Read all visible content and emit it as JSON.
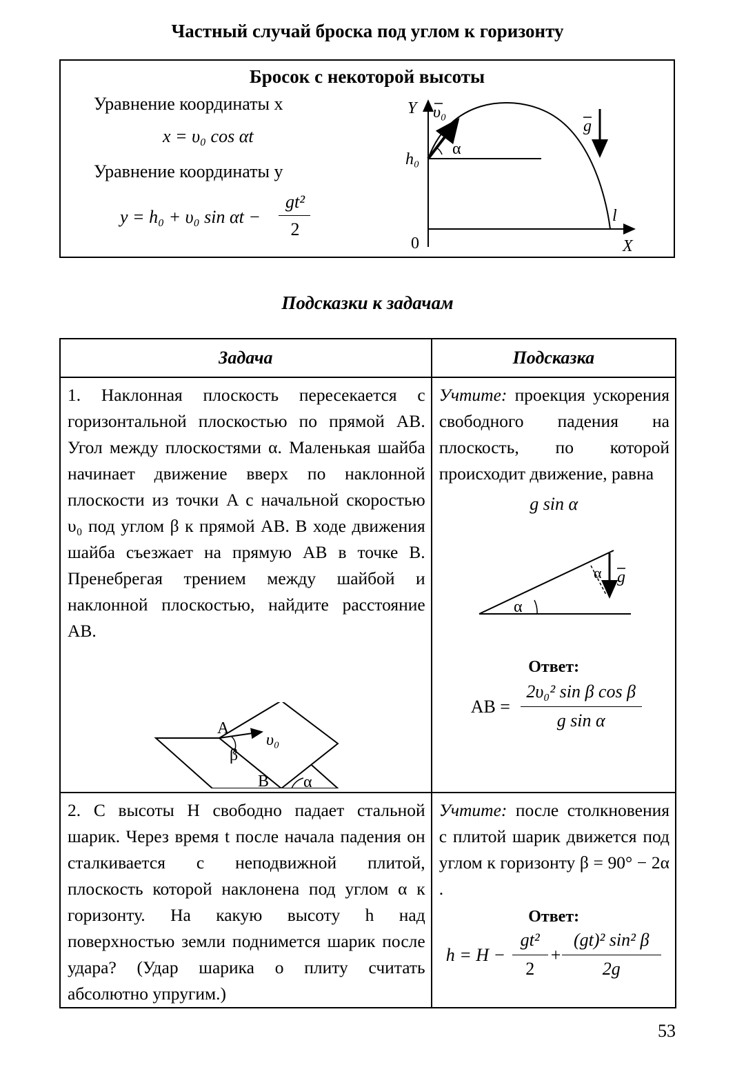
{
  "header": {
    "title": "Частный случай броска под углом к горизонту",
    "section_title": "Подсказки к задачам"
  },
  "box": {
    "heading": "Бросок с некоторой высоты",
    "eq_x_label": "Уравнение координаты x",
    "eq_x": "x = υ₀ cos αt",
    "eq_y_label": "Уравнение координаты y",
    "eq_y_lhs": "y = h₀ + υ₀ sin αt −",
    "eq_y_num": "gt²",
    "eq_y_den": "2",
    "diagram": {
      "y_axis": "Y",
      "x_axis": "X",
      "origin": "0",
      "h0": "h₀",
      "v0": "υ₀",
      "alpha": "α",
      "g": "g",
      "l": "l"
    }
  },
  "table": {
    "col_task": "Задача",
    "col_hint": "Подсказка",
    "rows": [
      {
        "task": "1. Наклонная плоскость пересекается с горизонтальной плоскостью по прямой AB. Угол между плоскостями α. Маленькая шайба начинает движение вверх по наклонной плоскости из точки A с начальной скоростью υ₀ под углом β к прямой AB. В ходе движения шайба съезжает на прямую AB в точке B. Пренебрегая трением между шайбой и наклонной плоскостью, найдите расстояние AB.",
        "hint_lead": "Учтите:",
        "hint": " проекция ускорения свободного падения на плоскость, по которой происходит движение, равна",
        "hint_formula": "g sin α",
        "answer_label": "Ответ:",
        "answer_lhs": "AB =",
        "answer_num": "2υ₀² sin β cos β",
        "answer_den": "g sin α",
        "fig_labels": {
          "A": "A",
          "B": "B",
          "beta": "β",
          "alpha": "α",
          "v0": "υ₀",
          "g": "g"
        }
      },
      {
        "task": "2. С высоты H свободно падает стальной шарик. Через время t после начала падения он сталкивается с неподвижной плитой, плоскость которой наклонена под углом α к горизонту. На какую высоту h над поверхностью земли поднимется шарик после удара? (Удар шарика о плиту считать абсолютно упругим.)",
        "hint_lead": "Учтите:",
        "hint": " после столкновения с плитой шарик движется под углом к горизонту β = 90° − 2α .",
        "answer_label": "Ответ:",
        "answer_lhs": "h = H −",
        "answer_num1": "gt²",
        "answer_den1": "2",
        "answer_plus": "+",
        "answer_num2": "(gt)² sin² β",
        "answer_den2": "2g"
      }
    ]
  },
  "page_number": "53"
}
